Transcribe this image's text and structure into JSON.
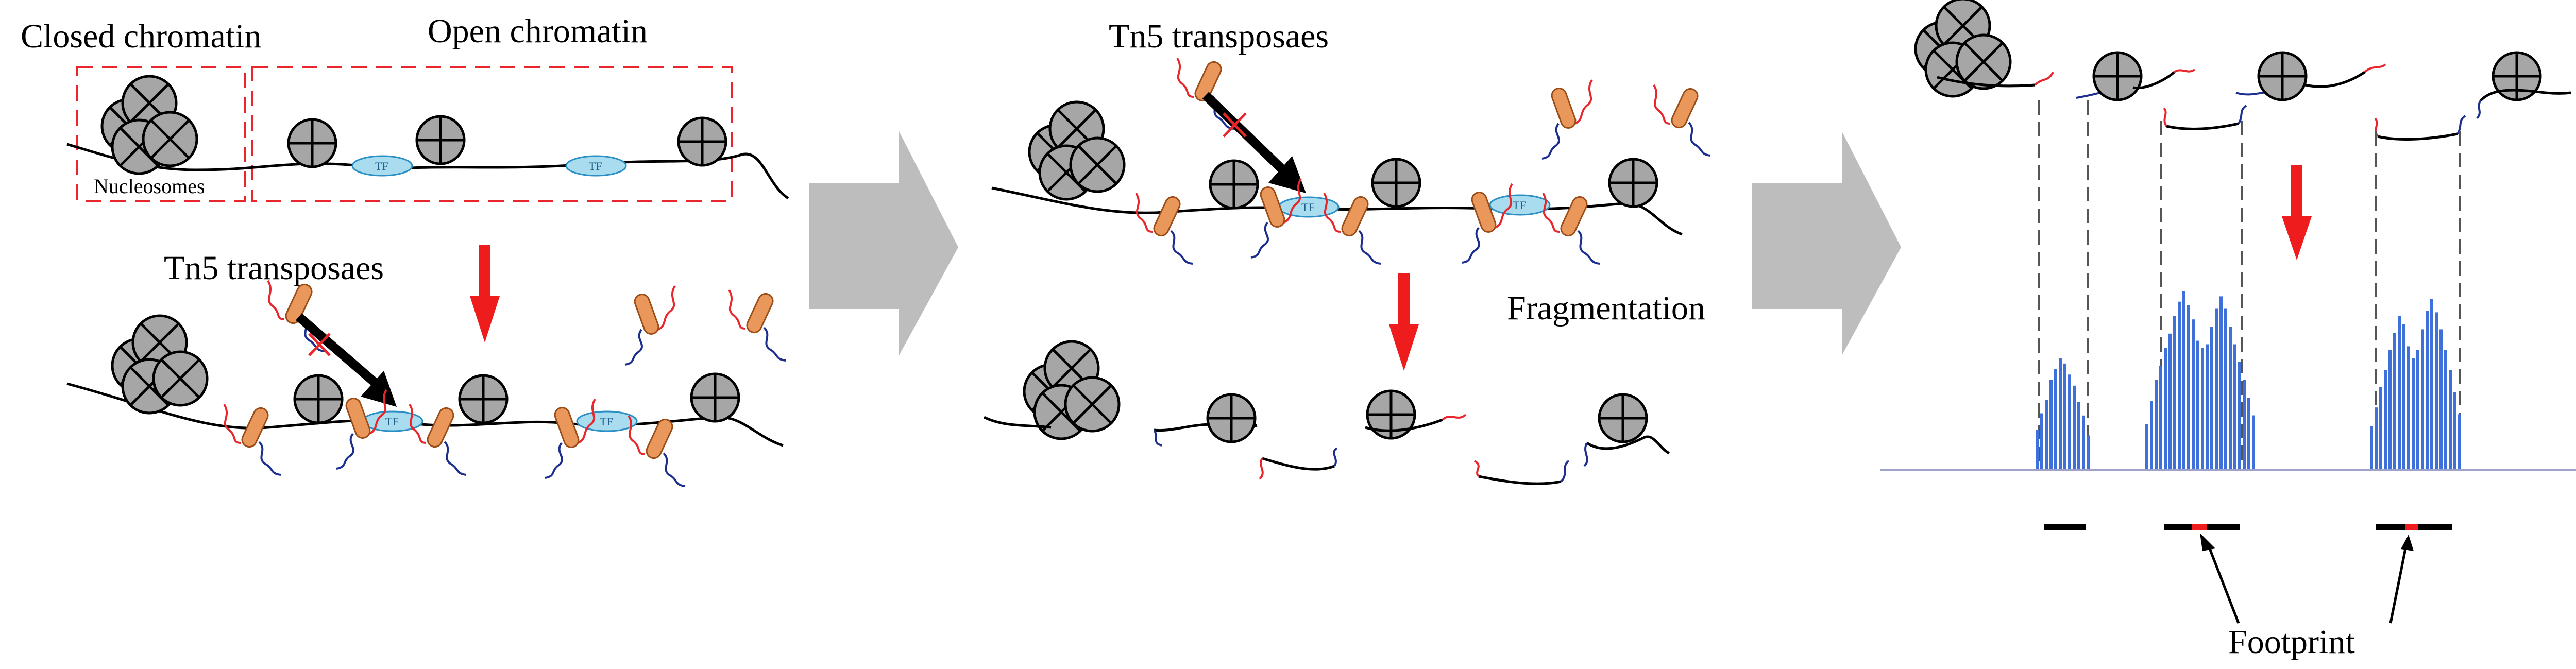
{
  "panel1": {
    "closed_label": "Closed chromatin",
    "open_label": "Open chromatin",
    "nucleosomes_label": "Nucleosomes",
    "tn5_label": "Tn5 transposaes",
    "tf_label": "TF"
  },
  "panel2": {
    "tn5_label": "Tn5 transposaes",
    "fragmentation_label": "Fragmentation",
    "tf_label": "TF"
  },
  "panel3": {
    "footprint_label": "Footprint"
  },
  "colors": {
    "nucleosome_fill": "#a6a6a6",
    "tf_fill": "#a9dcef",
    "tn5_fill": "#e9975a",
    "adapter_red": "#e8262b",
    "adapter_blue": "#1c2f8f",
    "arrow_red": "#ee1c1c",
    "process_arrow": "#bdbdbd",
    "peak_blue": "#3f6fd8",
    "dashed_box": "#e8262b"
  },
  "peak_profiles": {
    "small": [
      0.35,
      0.5,
      0.62,
      0.8,
      0.9,
      1.0,
      0.95,
      0.85,
      0.75,
      0.6,
      0.48,
      0.3
    ],
    "large": [
      0.25,
      0.38,
      0.5,
      0.58,
      0.68,
      0.76,
      0.86,
      0.94,
      1.0,
      0.92,
      0.84,
      0.72,
      0.68,
      0.7,
      0.8,
      0.9,
      0.97,
      0.9,
      0.8,
      0.7,
      0.6,
      0.5,
      0.4,
      0.3
    ],
    "medium": [
      0.25,
      0.36,
      0.48,
      0.58,
      0.7,
      0.8,
      0.9,
      0.85,
      0.72,
      0.65,
      0.7,
      0.82,
      0.93,
      1.0,
      0.92,
      0.82,
      0.7,
      0.58,
      0.45,
      0.32
    ]
  }
}
